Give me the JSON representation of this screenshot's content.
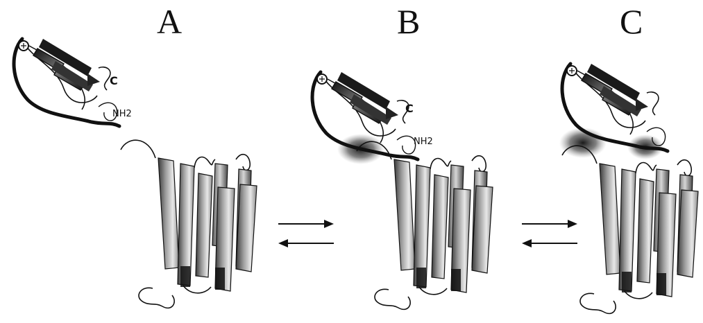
{
  "panels": [
    {
      "label": "A",
      "terminus_c": "C",
      "terminus_n": "NH2"
    },
    {
      "label": "B",
      "terminus_c": "C",
      "terminus_n": "NH2"
    },
    {
      "label": "C"
    }
  ],
  "colors": {
    "ink": "#111111",
    "helix_light": "#e6e6e6",
    "helix_dark": "#3a3a3a",
    "contact_shadow": "#222222"
  },
  "icons": [
    "equilibrium-arrows-icon",
    "equilibrium-arrows-icon"
  ]
}
